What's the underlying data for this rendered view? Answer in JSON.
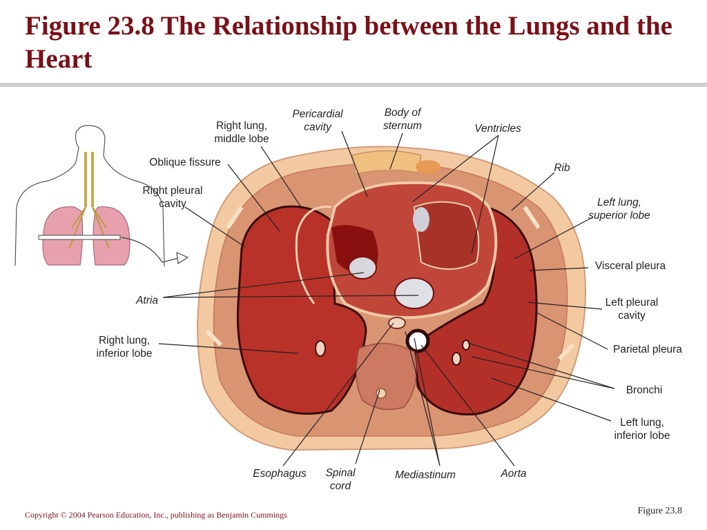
{
  "slide": {
    "title": "Figure 23.8  The Relationship between the Lungs and the Heart",
    "copyright": "Copyright © 2004 Pearson Education, Inc., publishing as Benjamin Cummings",
    "figure_ref": "Figure 23.8"
  },
  "labels": {
    "pericardial_cavity": "Pericardial\ncavity",
    "body_of_sternum": "Body of\nsternum",
    "ventricles": "Ventricles",
    "right_lung_middle_lobe": "Right lung,\nmiddle lobe",
    "oblique_fissure": "Oblique fissure",
    "right_pleural_cavity": "Right pleural\ncavity",
    "rib": "Rib",
    "left_lung_superior_lobe": "Left lung,\nsuperior lobe",
    "visceral_pleura": "Visceral pleura",
    "atria": "Atria",
    "left_pleural_cavity": "Left pleural\ncavity",
    "right_lung_inferior_lobe": "Right lung,\ninferior lobe",
    "parietal_pleura": "Parietal pleura",
    "bronchi": "Bronchi",
    "left_lung_inferior_lobe": "Left lung,\ninferior lobe",
    "esophagus": "Esophagus",
    "spinal_cord": "Spinal\ncord",
    "mediastinum": "Mediastinum",
    "aorta": "Aorta"
  },
  "colors": {
    "title": "#7a1018",
    "tissue_outer": "#f3c9a2",
    "lung": "#b8322a",
    "heart": "#c0463a",
    "leader": "#231f20"
  }
}
